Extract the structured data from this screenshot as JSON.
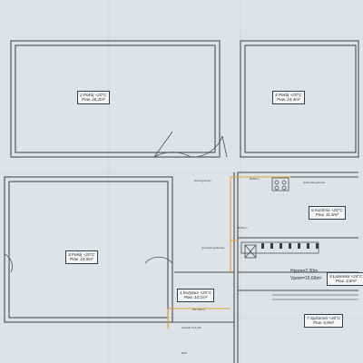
{
  "rooms": [
    {
      "id": "r2",
      "name": "2.Pokój +20°C",
      "area": "Pow. 26,2m²"
    },
    {
      "id": "r4",
      "name": "4.Pokój +20°C",
      "area": "Pow. 24,4m²"
    },
    {
      "id": "r3",
      "name": "3.Pokój +20°C",
      "area": "Pow. 24,0m²"
    },
    {
      "id": "r6",
      "name": "6.Kuchnia +20°C",
      "area": "Pow. 11,5m²"
    },
    {
      "id": "r1",
      "name": "1.Korytarz +20°C",
      "area": "Pow. 10,1m²"
    },
    {
      "id": "r5",
      "name": "5.Łazienka +24°C",
      "area": "Pow. 3,8m²"
    },
    {
      "id": "r7",
      "name": "7.Spiżarnia +20°C",
      "area": "Pow. 6,9m²"
    }
  ],
  "notes": {
    "gas_meter": "Ø15mm",
    "heater_note": "kocioł gazowy",
    "stove_note": "kuchenka gazowa",
    "pipe_note": "przewód spalinowy",
    "dim_h": "Hpom=2,30m",
    "dim_v": "Vpom=16,66m³",
    "boiler_note": "Gazyfik 11,6 kW",
    "dn_note": "DN 15mm",
    "riser_note": "Ø15mm",
    "bottom_note": "Ø15"
  }
}
